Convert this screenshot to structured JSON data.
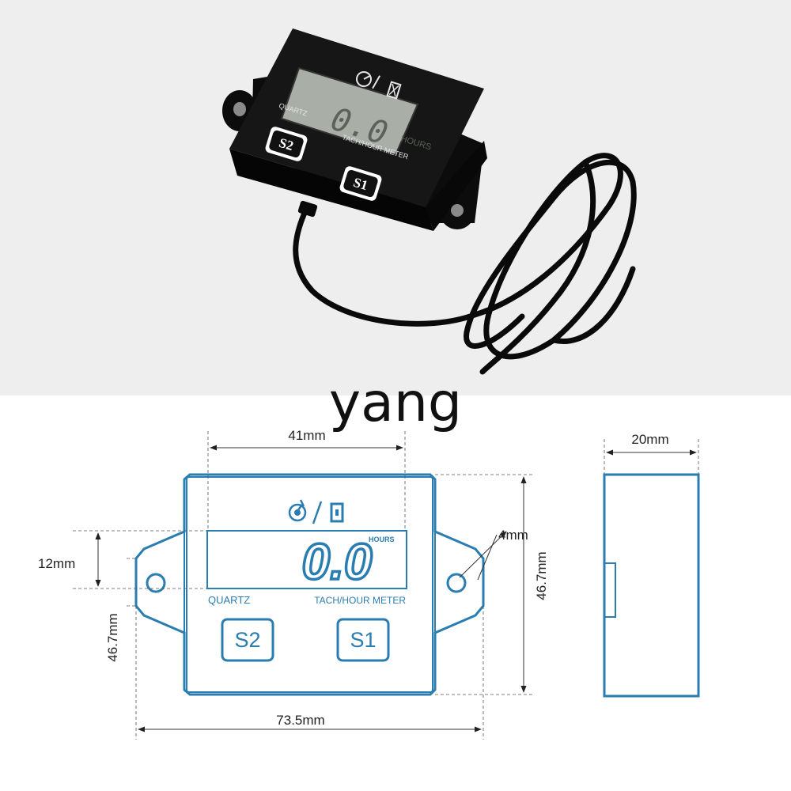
{
  "watermark": "yang",
  "photo": {
    "label_quartz": "QUARTZ",
    "label_tach": "TACH/HOUR METER",
    "lcd_value": "0.0",
    "lcd_unit": "HOURS",
    "button_s2": "S2",
    "button_s1": "S1"
  },
  "drawing": {
    "label_quartz": "QUARTZ",
    "label_tach": "TACH/HOUR METER",
    "lcd_value": "0.0",
    "lcd_unit": "HOURS",
    "button_s2": "S2",
    "button_s1": "S1",
    "dims": {
      "top_width": "41mm",
      "side_depth": "20mm",
      "lcd_height": "12mm",
      "body_height_left": "46.7mm",
      "body_height_right": "46.7mm",
      "hole_diameter": "4mm",
      "overall_width": "73.5mm"
    }
  },
  "colors": {
    "outline_blue": "#2a7db0",
    "photo_bg": "#eeeeee",
    "device_black": "#161616",
    "lcd_gray": "#a9aea7"
  }
}
